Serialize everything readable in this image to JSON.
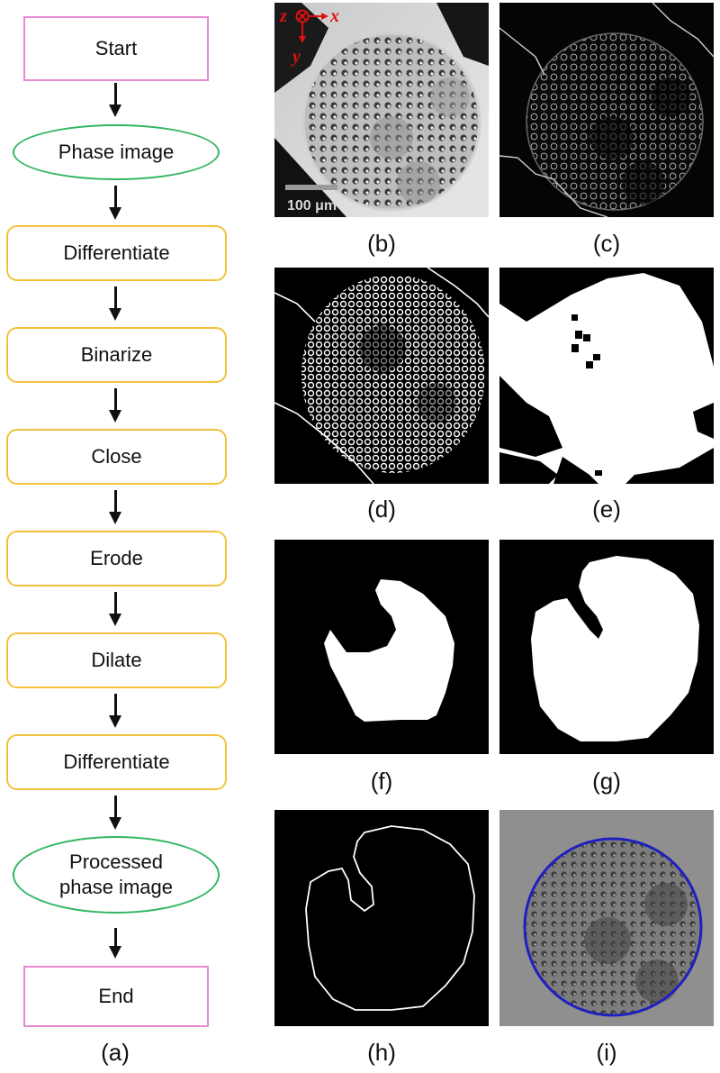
{
  "flowchart": {
    "steps": [
      {
        "label": "Start"
      },
      {
        "label": "Phase image"
      },
      {
        "label": "Differentiate"
      },
      {
        "label": "Binarize"
      },
      {
        "label": "Close"
      },
      {
        "label": "Erode"
      },
      {
        "label": "Dilate"
      },
      {
        "label": "Differentiate"
      },
      {
        "label": "Processed phase image"
      },
      {
        "label": "End"
      }
    ],
    "caption": "(a)"
  },
  "panels": {
    "b": {
      "caption": "(b)",
      "scale_bar": "100 μm",
      "axis_z": "z",
      "axis_x": "x",
      "axis_y": "y"
    },
    "c": {
      "caption": "(c)"
    },
    "d": {
      "caption": "(d)"
    },
    "e": {
      "caption": "(e)"
    },
    "f": {
      "caption": "(f)"
    },
    "g": {
      "caption": "(g)"
    },
    "h": {
      "caption": "(h)"
    },
    "i": {
      "caption": "(i)"
    }
  },
  "colors": {
    "terminal_border": "#e68ad4",
    "process_border": "#f3c23c",
    "data_border": "#2fb560",
    "fit_circle": "#1f1fbf",
    "axis_marker": "#e01010"
  }
}
